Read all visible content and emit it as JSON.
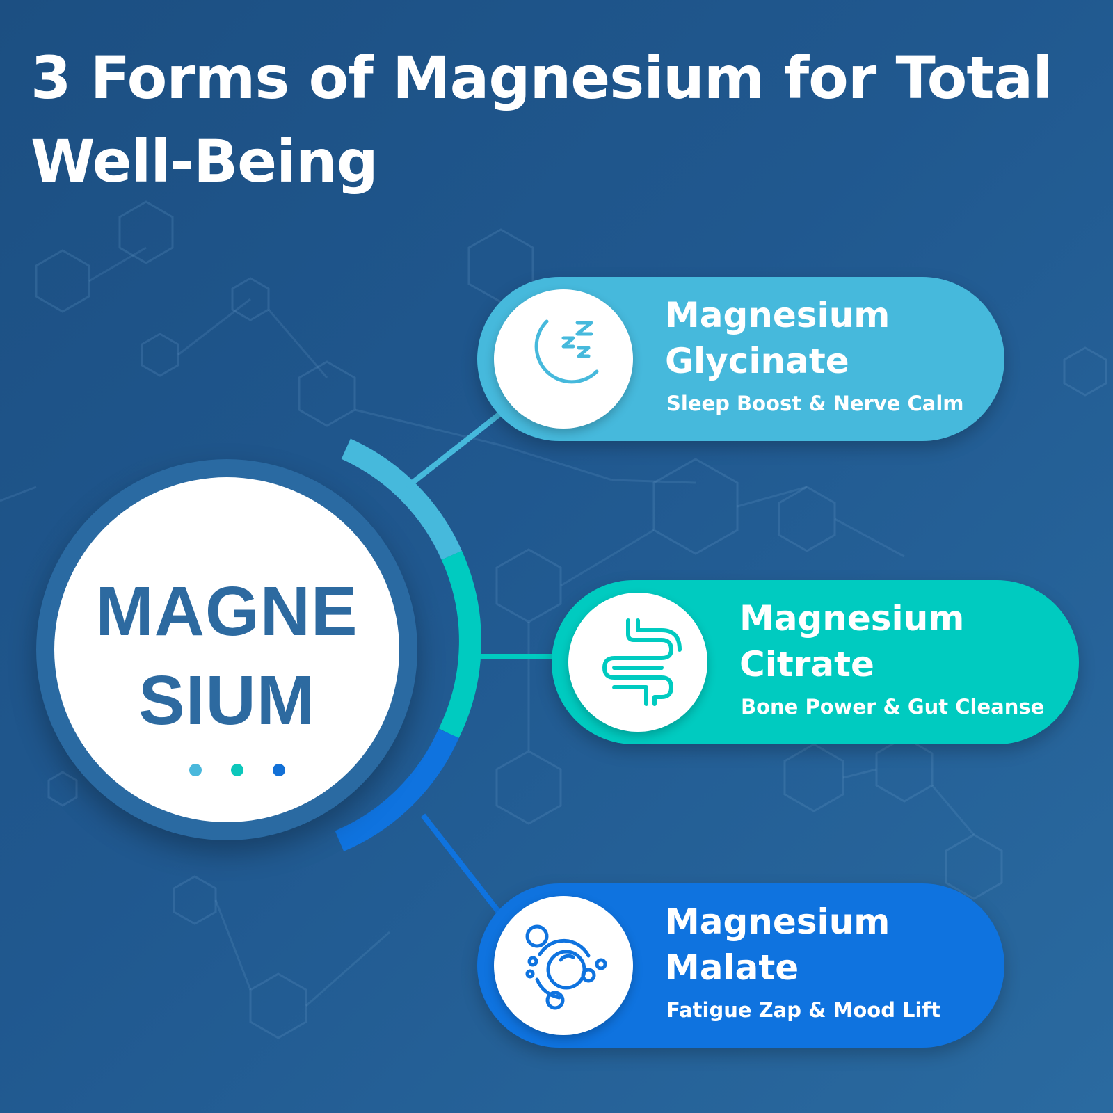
{
  "title": "3 Forms of Magnesium for Total Well-Being",
  "center": {
    "line1": "MAGNE",
    "line2": "SIUM",
    "dot_colors": [
      "#4ab8dc",
      "#0cc7bb",
      "#1270d6"
    ]
  },
  "forms": [
    {
      "title_line1": "Magnesium",
      "title_line2": "Glycinate",
      "subtitle": "Sleep Boost & Nerve Calm",
      "color": "#46b9dc",
      "icon": "moon-sleep-icon"
    },
    {
      "title_line1": "Magnesium",
      "title_line2": "Citrate",
      "subtitle": "Bone Power & Gut Cleanse",
      "color": "#00cbc0",
      "icon": "intestine-icon"
    },
    {
      "title_line1": "Magnesium",
      "title_line2": "Malate",
      "subtitle": "Fatigue Zap & Mood Lift",
      "color": "#0f73df",
      "icon": "molecule-bubbles-icon"
    }
  ]
}
